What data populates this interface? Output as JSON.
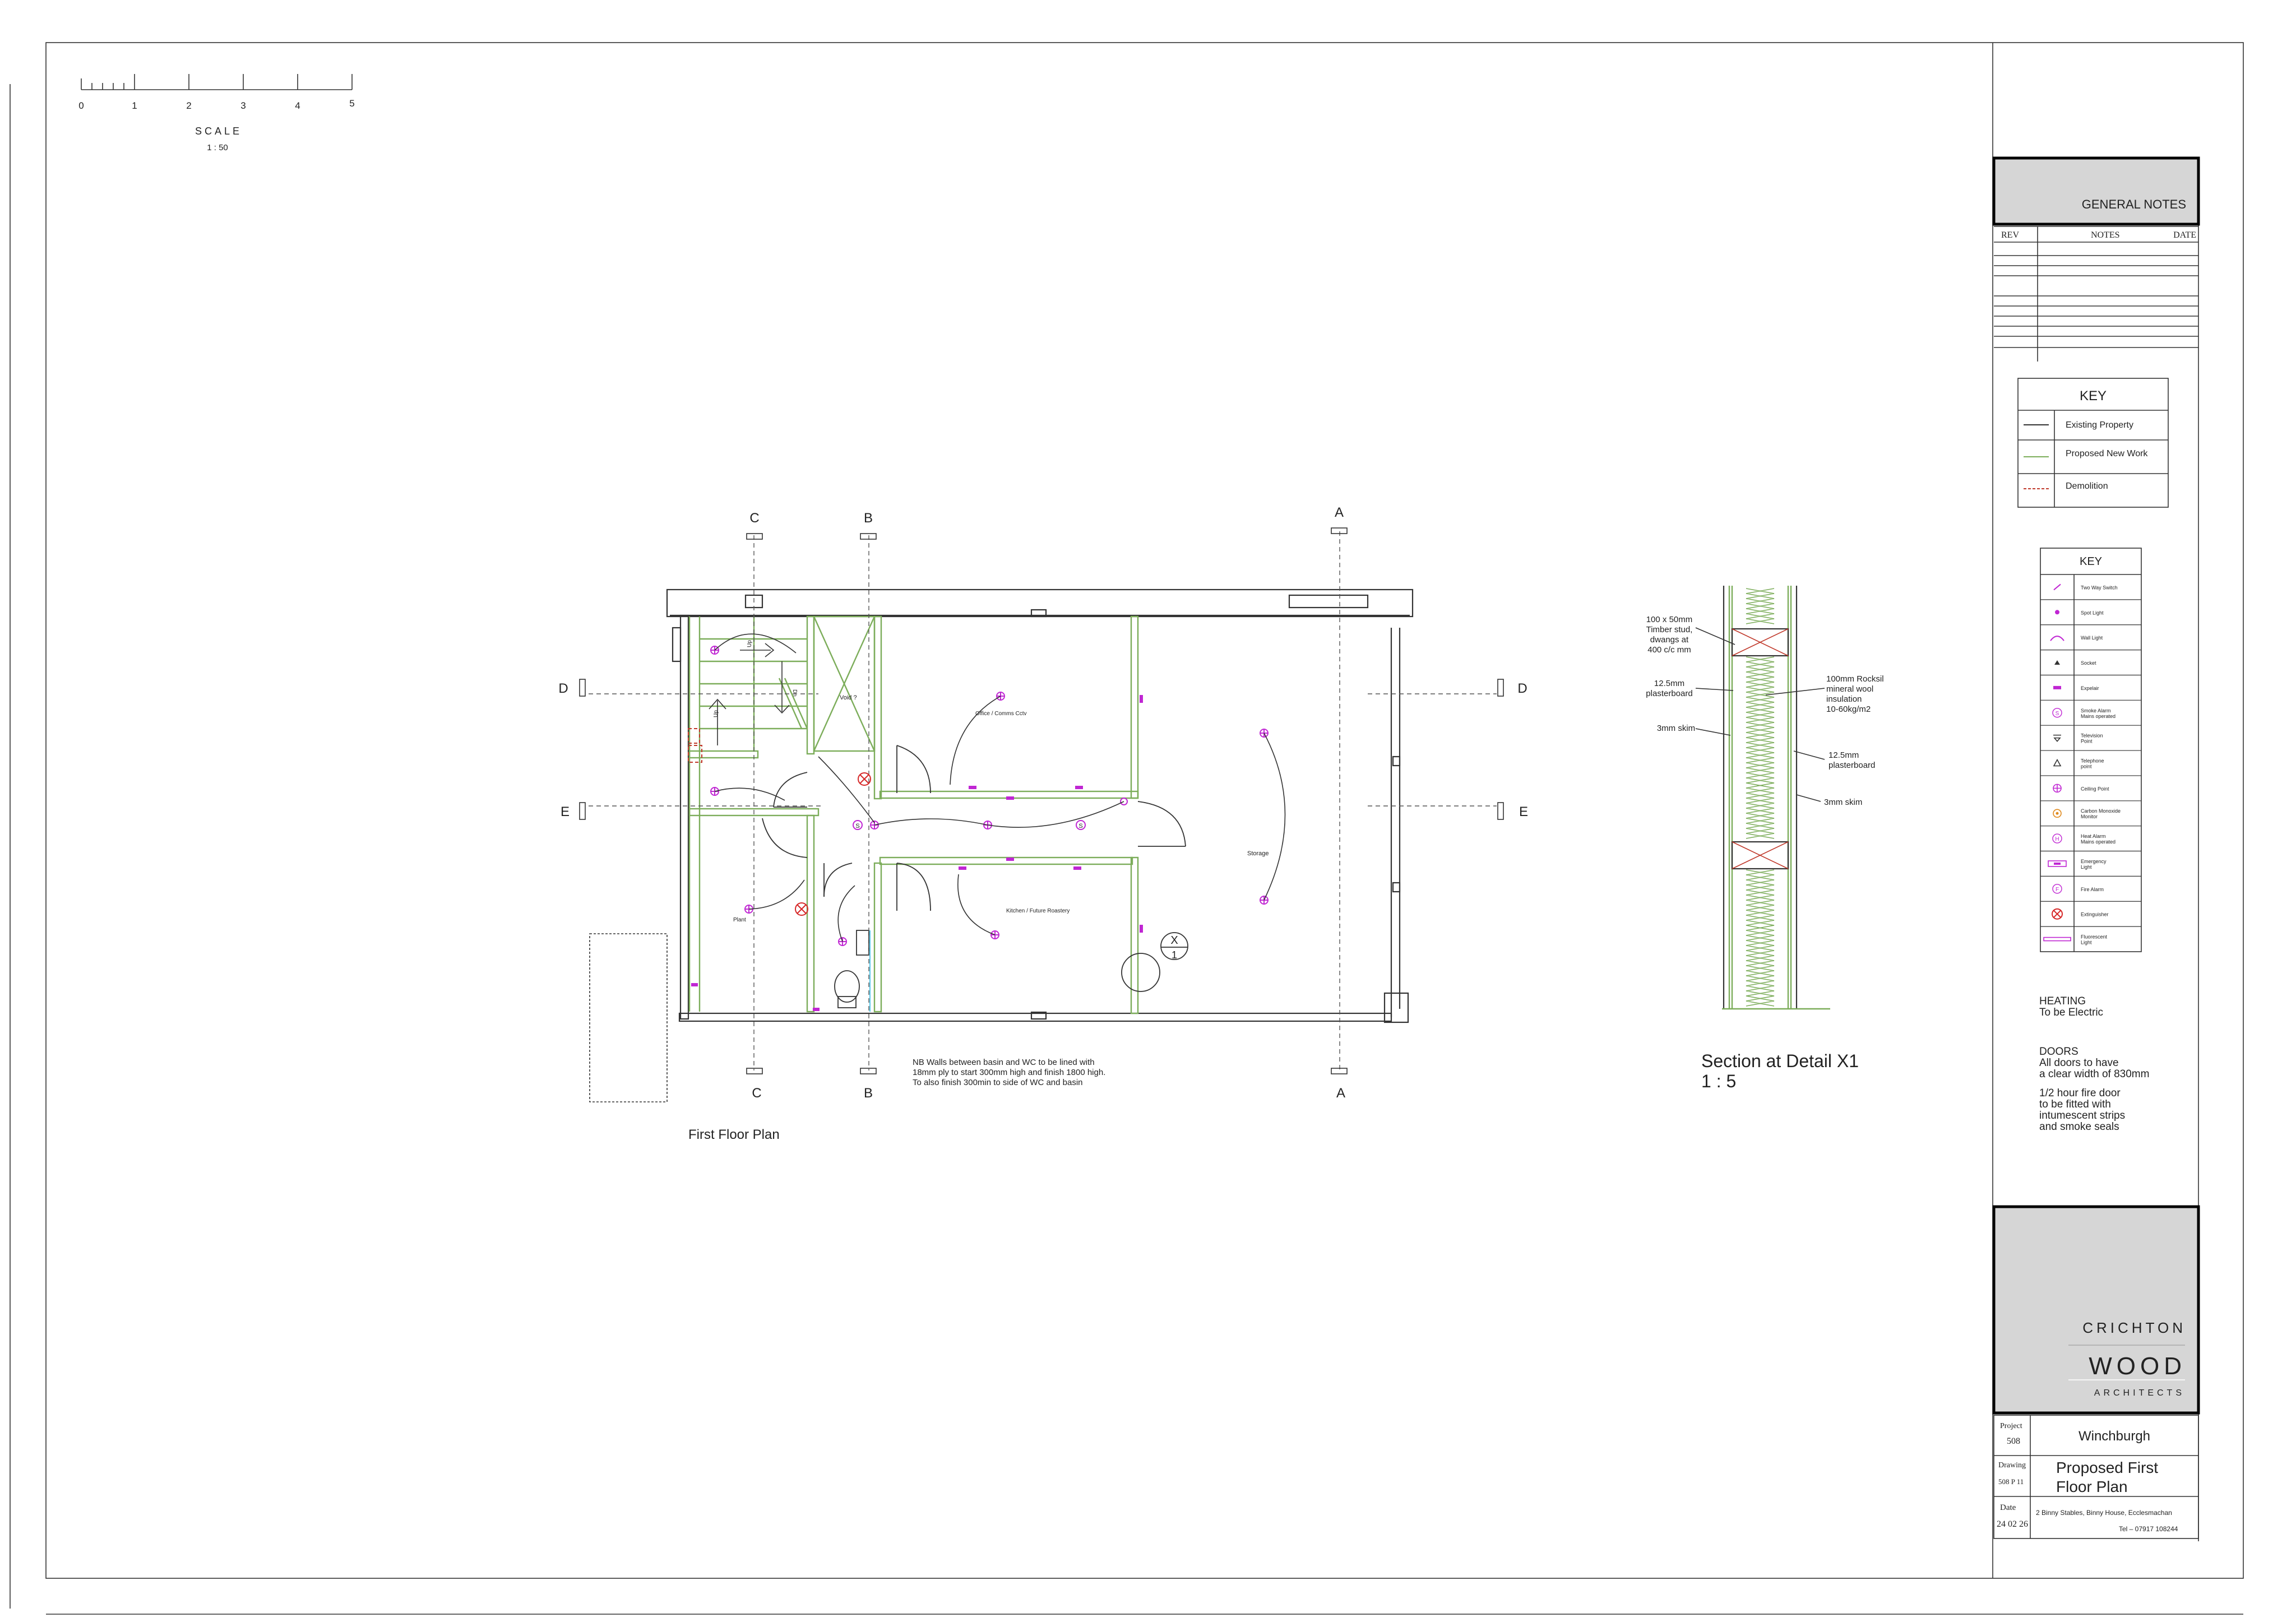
{
  "scale_bar": {
    "ticks": [
      "0",
      "1",
      "2",
      "3",
      "4",
      "5"
    ],
    "label": "SCALE",
    "ratio": "1 : 50"
  },
  "plan": {
    "title": "First Floor Plan",
    "section_markers": {
      "a": "A",
      "b": "B",
      "c": "C",
      "d": "D",
      "e": "E"
    },
    "rooms": {
      "void": "Void ?",
      "office": "Office / Comms Cctv",
      "storage": "Storage",
      "kitchen": "Kitchen / Future Roastery",
      "plant": "Plant"
    },
    "stair_labels": [
      "Up",
      "Up",
      "Dn"
    ],
    "detail_marker": {
      "top": "X",
      "bottom": "1"
    },
    "note": [
      "NB Walls between basin and WC to be lined with",
      "18mm ply to start 300mm high and finish 1800 high.",
      "To also finish 300min to side of  WC and basin"
    ]
  },
  "section": {
    "title": "Section at Detail X1",
    "ratio": "1 : 5",
    "labels_left": [
      [
        "100 x 50mm",
        "Timber stud,",
        "dwangs at",
        "400 c/c mm"
      ],
      [
        "12.5mm",
        "plasterboard"
      ],
      [
        "3mm skim"
      ]
    ],
    "labels_right": [
      [
        "100mm Rocksil",
        "mineral wool",
        "insulation",
        "10-60kg/m2"
      ],
      [
        "12.5mm",
        "plasterboard"
      ],
      [
        "3mm skim"
      ]
    ]
  },
  "title_block": {
    "general_notes": "GENERAL NOTES",
    "rev_header": {
      "rev": "REV",
      "notes": "NOTES",
      "date": "DATE"
    },
    "key1": {
      "title": "KEY",
      "items": [
        {
          "label": "Existing Property",
          "color": "#333333"
        },
        {
          "label": "Proposed New Work",
          "color": "#7cad5a"
        },
        {
          "label": "Demolition",
          "color": "#c0392b"
        }
      ]
    },
    "key2": {
      "title": "KEY",
      "items": [
        {
          "label": "Two Way Switch",
          "icon": "two-way-switch-icon"
        },
        {
          "label": "Spot Light",
          "icon": "spot-light-icon"
        },
        {
          "label": "Wall Light",
          "icon": "wall-light-icon"
        },
        {
          "label": "Socket",
          "icon": "socket-icon"
        },
        {
          "label": "Expelair",
          "icon": "expelair-icon"
        },
        {
          "label": "Smoke Alarm Mains operated",
          "icon": "smoke-alarm-icon"
        },
        {
          "label": "Television Point",
          "icon": "television-point-icon"
        },
        {
          "label": "Telephone point",
          "icon": "telephone-point-icon"
        },
        {
          "label": "Ceiling Point",
          "icon": "ceiling-point-icon"
        },
        {
          "label": "Carbon Monoxide Monitor",
          "icon": "carbon-monoxide-icon"
        },
        {
          "label": "Heat Alarm Mains operated",
          "icon": "heat-alarm-icon"
        },
        {
          "label": "Emergency Light",
          "icon": "emergency-light-icon"
        },
        {
          "label": "Fire Alarm",
          "icon": "fire-alarm-icon"
        },
        {
          "label": "Extinguisher",
          "icon": "extinguisher-icon"
        },
        {
          "label": "Fluorescent Light",
          "icon": "fluorescent-light-icon"
        }
      ]
    },
    "heating": {
      "title": "HEATING",
      "text": "To be Electric"
    },
    "doors": {
      "title": "DOORS",
      "lines": [
        "All doors to have",
        "a clear width of 830mm"
      ],
      "fire_lines": [
        "1/2 hour fire door",
        "to be fitted with",
        "intumescent strips",
        "and smoke seals"
      ]
    },
    "logo": {
      "line1": "CRICHTON",
      "line2": "WOOD",
      "line3": "ARCHITECTS"
    },
    "project": {
      "label": "Project",
      "number": "508",
      "name": "Winchburgh"
    },
    "drawing": {
      "label": "Drawing",
      "number": "508 P 11",
      "title_lines": [
        "Proposed First",
        "Floor Plan"
      ]
    },
    "date": {
      "label": "Date",
      "value": "24 02 26",
      "address": "2 Binny Stables, Binny House, Ecclesmachan",
      "tel": "Tel – 07917 108244"
    }
  },
  "colors": {
    "existing": "#333333",
    "new_work": "#7cad5a",
    "demolition": "#c0392b",
    "electrical": "#c026d3",
    "title_fill": "#d6d6d6"
  }
}
